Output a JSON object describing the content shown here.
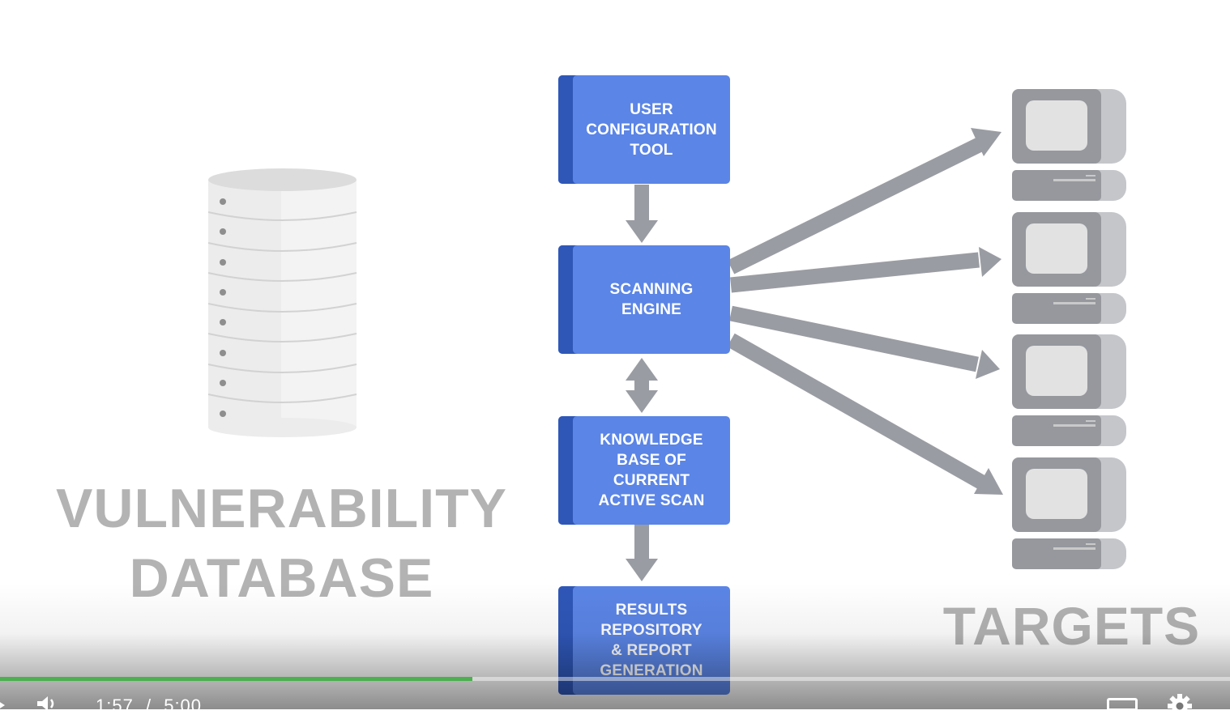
{
  "diagram": {
    "database_label": "VULNERABILITY\nDATABASE",
    "targets_label": "TARGETS",
    "nodes": [
      {
        "id": "user-config",
        "label": "USER\nCONFIGURATION\nTOOL"
      },
      {
        "id": "scanning-engine",
        "label": "SCANNING\nENGINE"
      },
      {
        "id": "knowledge-base",
        "label": "KNOWLEDGE\nBASE OF\nCURRENT\nACTIVE SCAN"
      },
      {
        "id": "results-repo",
        "label": "RESULTS\nREPOSITORY\n& REPORT\nGENERATION"
      }
    ],
    "colors": {
      "node_fill": "#5b85e6",
      "node_edge": "#2f57b8",
      "arrow": "#9a9ca3",
      "label_gray": "#b3b3b3"
    }
  },
  "player": {
    "current_time": "1:57",
    "separator": "/",
    "duration": "5:00",
    "progress_fraction": 0.384,
    "progress_color": "#4caf50",
    "icons": [
      "play-icon",
      "volume-icon",
      "captions-icon",
      "settings-icon"
    ]
  }
}
